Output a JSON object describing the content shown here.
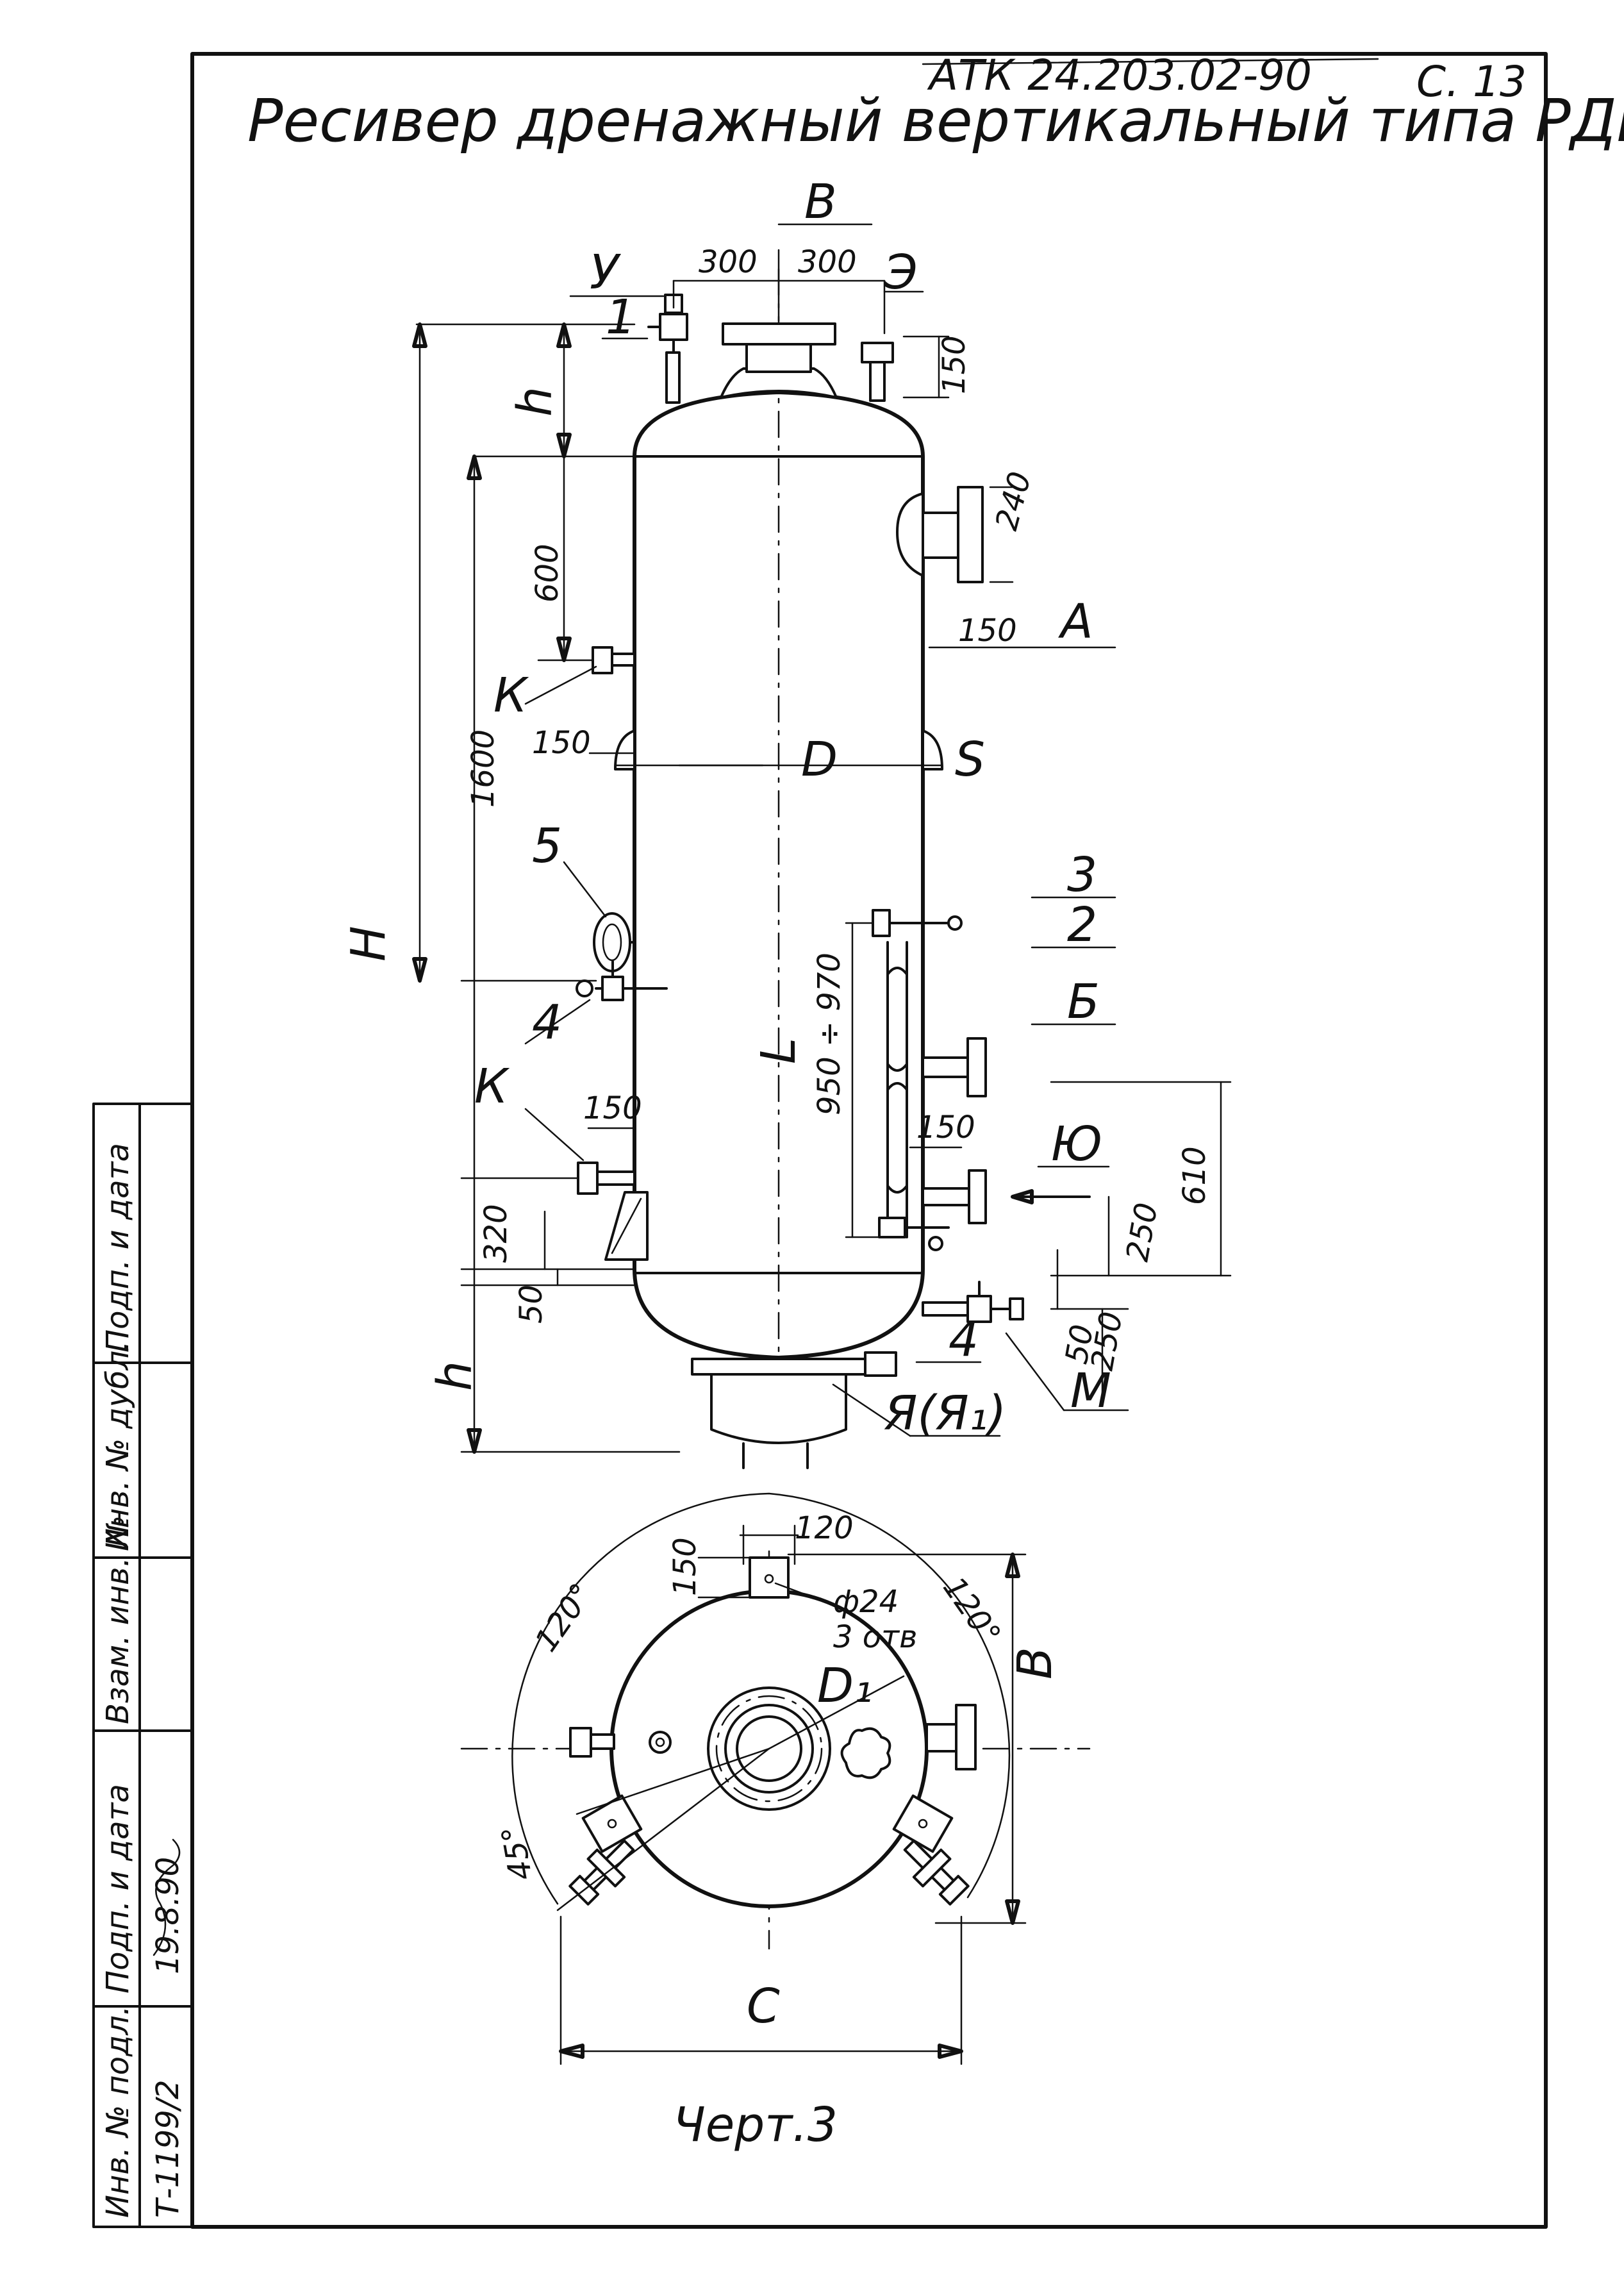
{
  "header": {
    "title": "Ресивер дренажный вертикальный типа РДВ",
    "doc_code": "АТК 24.203.02-90",
    "page": "С. 13"
  },
  "labels": {
    "V_top": "В",
    "U": "У",
    "E": "Э",
    "one": "1",
    "A": "А",
    "K_upper": "К",
    "D": "D",
    "S": "S",
    "five": "5",
    "H_total": "Н",
    "three": "3",
    "two": "2",
    "B_nozzle": "Б",
    "four_left": "4",
    "K_lower": "К",
    "Yu": "Ю",
    "four_bottom": "4",
    "M": "М",
    "Ya": "Я(Я₁)",
    "L": "L",
    "h_top": "h",
    "h_bottom": "h",
    "V_plan": "В",
    "C_plan": "С",
    "D1_plan": "D₁"
  },
  "dims": {
    "d300_left": "300",
    "d300_right": "300",
    "d150_E": "150",
    "d240": "240",
    "d150_A": "150",
    "d600": "600",
    "d1600": "1600",
    "d150_K_upper": "150",
    "d950_970": "950 ÷ 970",
    "d150_K_lower": "150",
    "d150_level": "150",
    "d610": "610",
    "d320": "320",
    "d250_a": "250",
    "d50_left": "50",
    "d50_right": "50",
    "d250_b": "250",
    "d120_plan": "120",
    "d150_plan": "150",
    "phi24": "ф24",
    "holes": "3 отв",
    "angle_left": "120°",
    "angle_right": "120°",
    "angle_45": "45°"
  },
  "caption": "Черт.3",
  "stamp": {
    "cols": [
      "Инв. № подл.",
      "Подп. и дата",
      "Взам. инв. №",
      "Инв. № дубл.",
      "Подп. и дата"
    ],
    "inv_no": "Т-1199/2",
    "sign_date": "19.8.90"
  }
}
